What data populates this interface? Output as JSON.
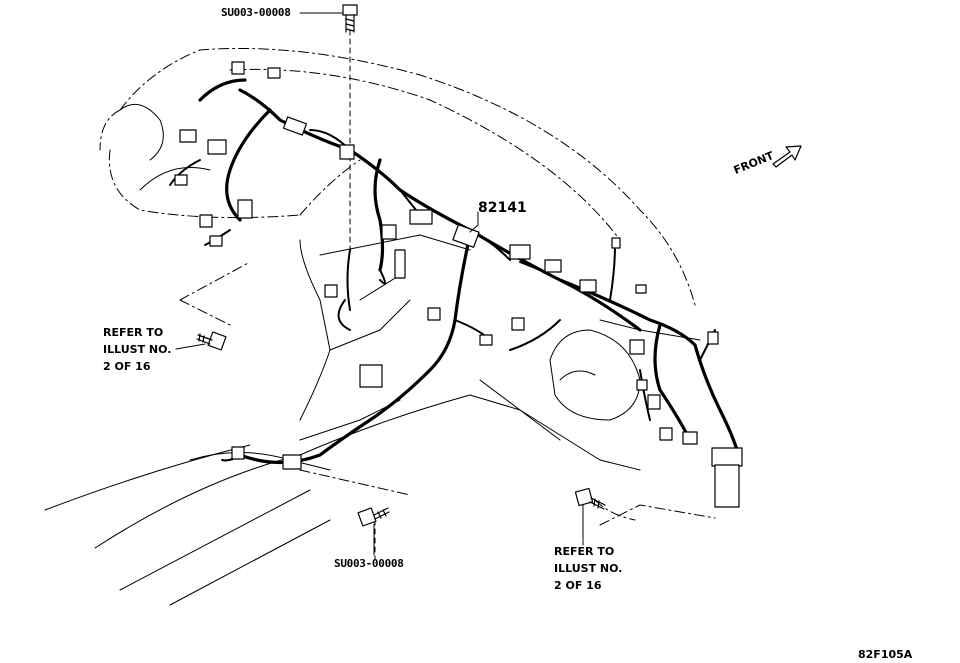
{
  "callouts": {
    "bolt_top": "SU003-00008",
    "bolt_bottom": "SU003-00008",
    "harness_part": "82141",
    "front": "FRONT"
  },
  "refer_left": {
    "line1": "REFER TO",
    "line2": "ILLUST NO.",
    "line3": "2 OF 16"
  },
  "refer_right": {
    "line1": "REFER TO",
    "line2": "ILLUST NO.",
    "line3": "2 OF 16"
  },
  "figure_code": "82F105A"
}
